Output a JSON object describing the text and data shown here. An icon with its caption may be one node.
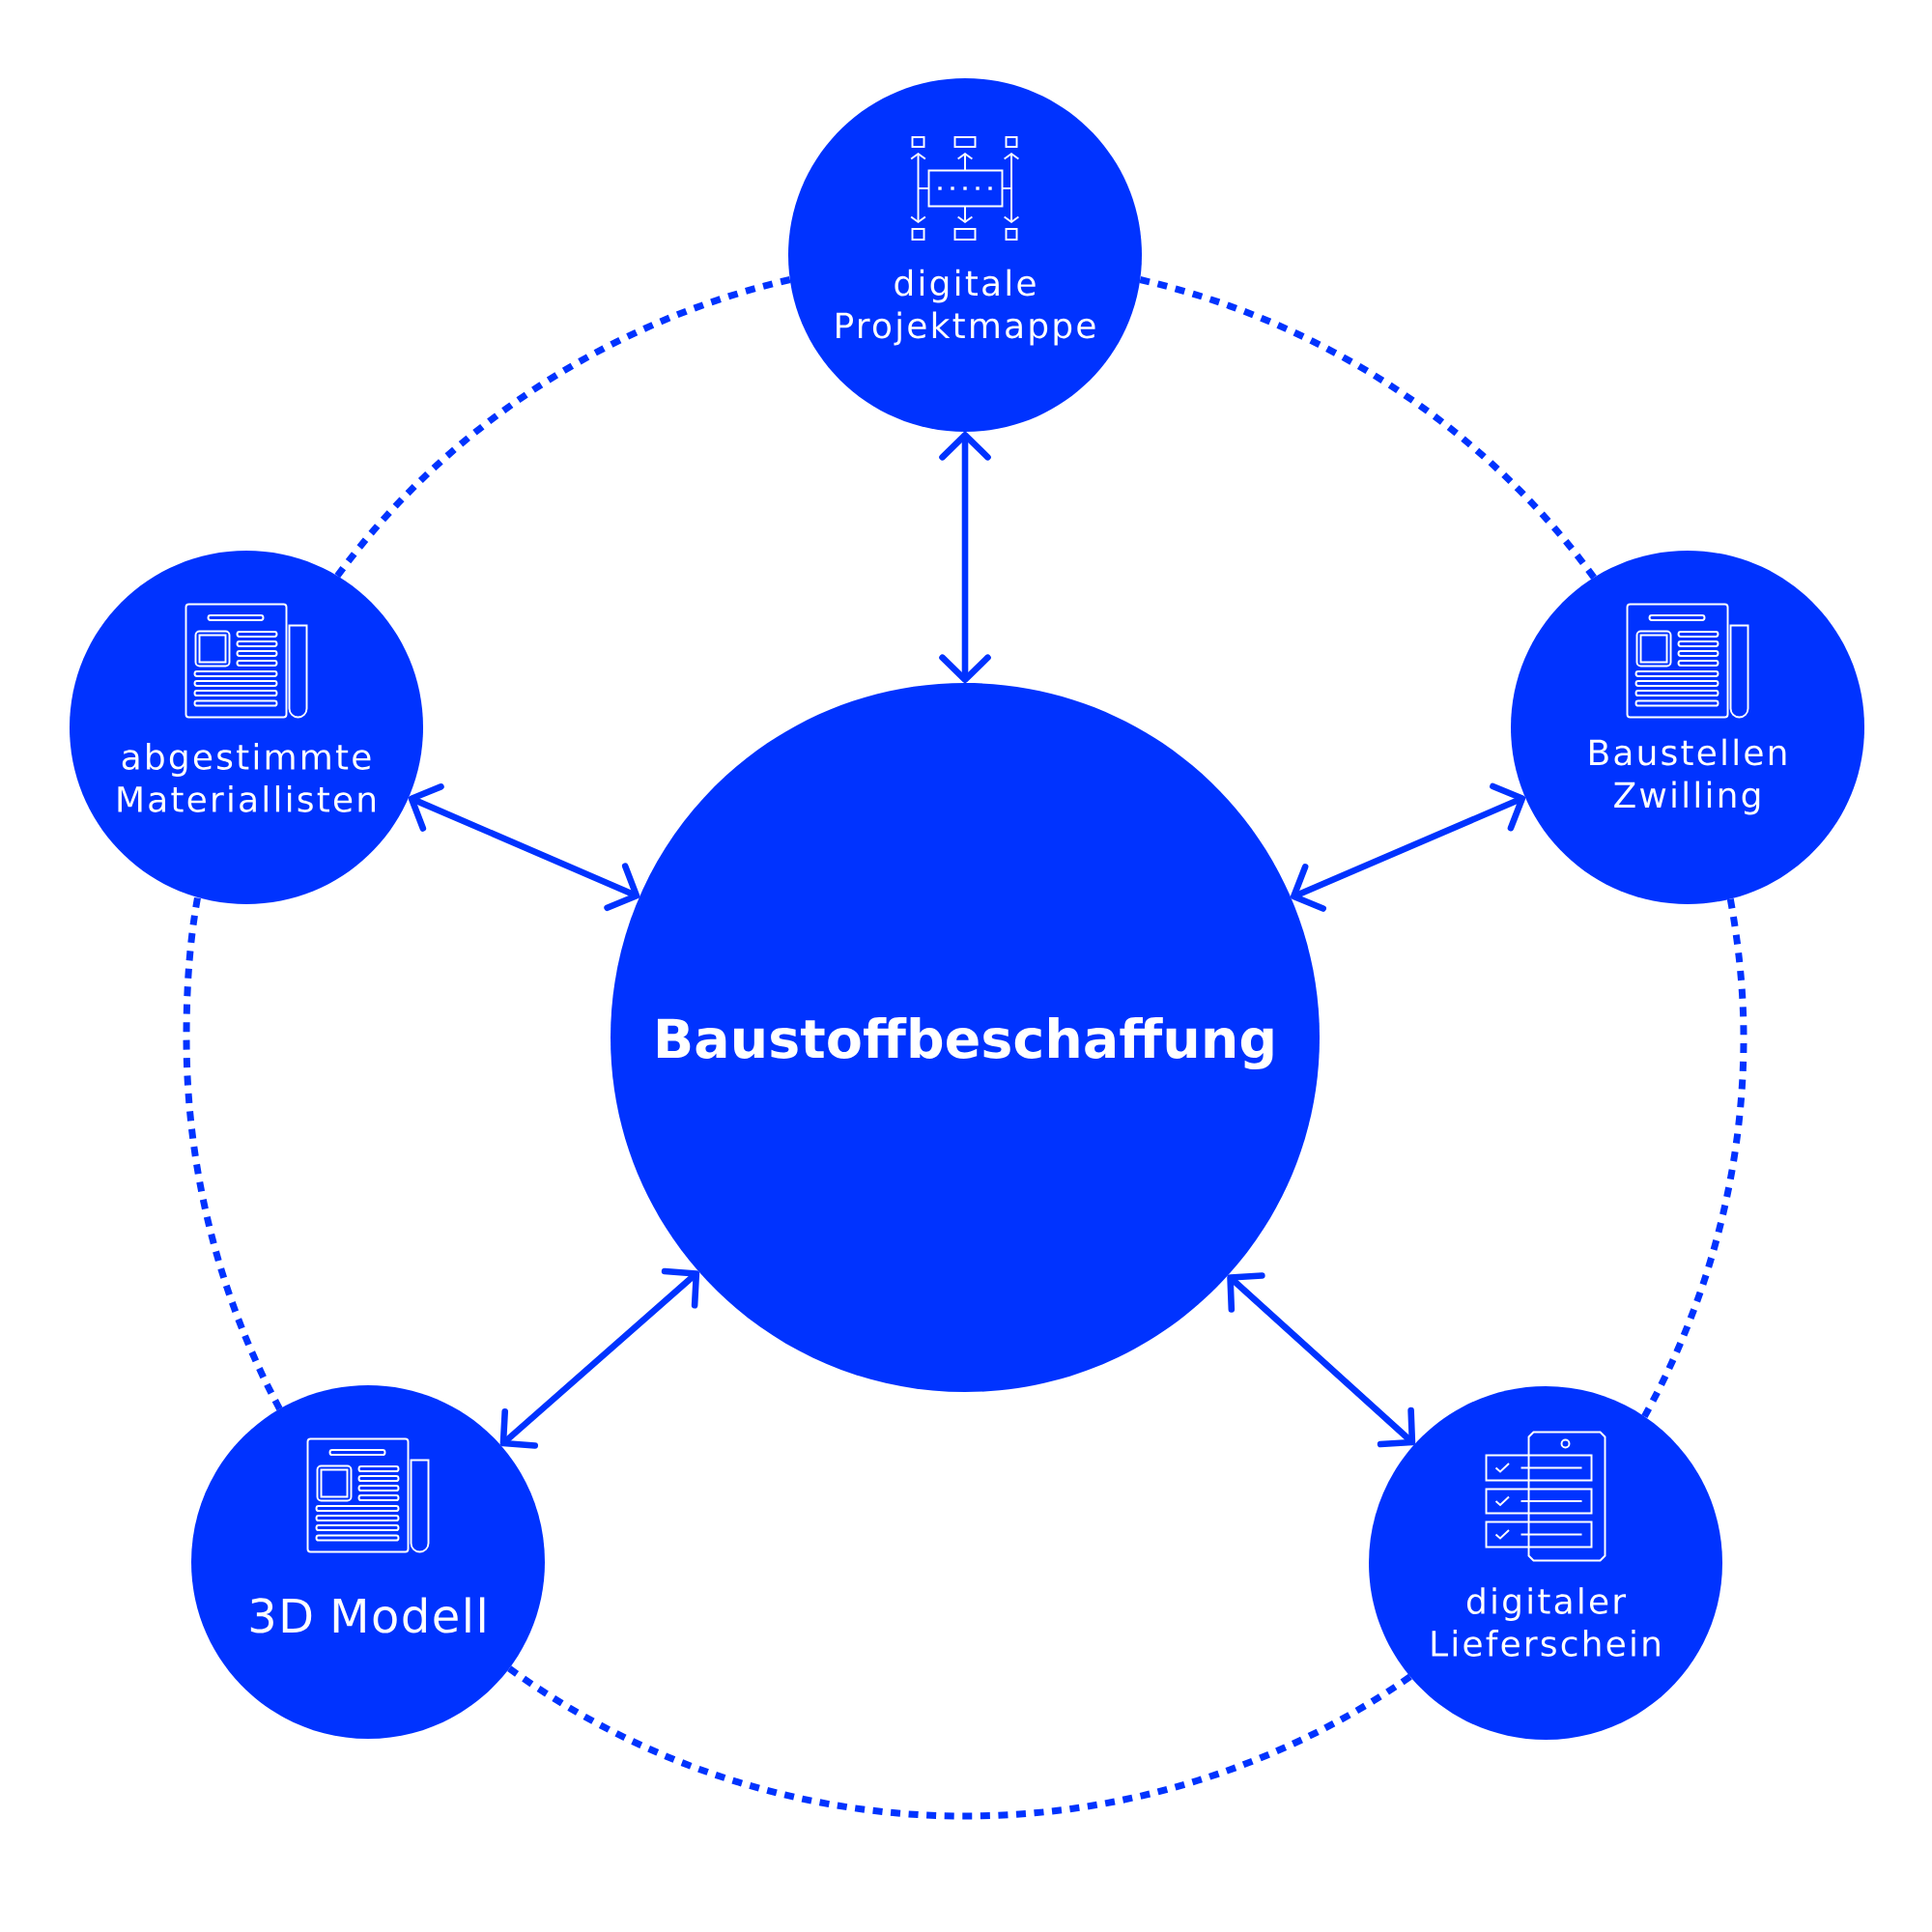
{
  "diagram": {
    "nodes": [
      {
        "text": [
          "digitale Projektmappe"
        ]
      },
      {
        "text": [
          "abgestimmte Materiallisten"
        ]
      },
      {
        "text": [
          "Baustellen Zwilling"
        ]
      },
      {
        "text": [
          "Baustoffbeschaffung"
        ]
      },
      {
        "text": [
          "3D Modell"
        ]
      },
      {
        "text": [
          "digitaler Lieferschein"
        ]
      }
    ],
    "edges": [
      {
        "from": 0,
        "to": 3,
        "arrow": "both"
      },
      {
        "from": 1,
        "to": 3,
        "arrow": "both"
      },
      {
        "from": 2,
        "to": 3,
        "arrow": "both"
      },
      {
        "from": 4,
        "to": 3,
        "arrow": "both"
      },
      {
        "from": 5,
        "to": 3,
        "arrow": "both"
      },
      {
        "from": 0,
        "to": 2,
        "arrow": "none",
        "style": "dashed"
      },
      {
        "from": 2,
        "to": 5,
        "arrow": "none",
        "style": "dashed"
      },
      {
        "from": 5,
        "to": 4,
        "arrow": "none",
        "style": "dashed"
      },
      {
        "from": 4,
        "to": 1,
        "arrow": "none",
        "style": "dashed"
      },
      {
        "from": 1,
        "to": 0,
        "arrow": "none",
        "style": "dashed"
      }
    ]
  }
}
